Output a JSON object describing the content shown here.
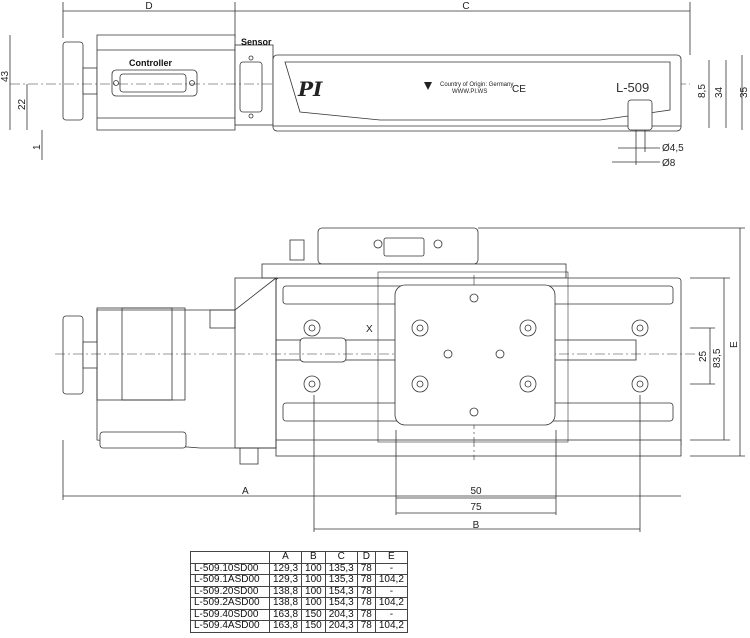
{
  "top_view": {
    "dim_D": "D",
    "dim_C": "C",
    "dim_43": "43",
    "dim_22": "22",
    "dim_1": "1",
    "dim_8_5": "8,5",
    "dim_34": "34",
    "dim_35": "35",
    "dim_d4_5": "Ø4,5",
    "dim_d8": "Ø8",
    "label_controller": "Controller",
    "label_sensor": "Sensor",
    "logo": "PI",
    "origin_text_1": "Country of Origin: Germany",
    "origin_text_2": "WWW.PI.WS",
    "ce_mark": "CE",
    "model": "L-509"
  },
  "front_view": {
    "dim_A": "A",
    "dim_B": "B",
    "dim_E": "E",
    "dim_50": "50",
    "dim_75": "75",
    "dim_25": "25",
    "dim_83_5": "83,5",
    "axis_x": "X"
  },
  "table": {
    "headers": [
      "",
      "A",
      "B",
      "C",
      "D",
      "E"
    ],
    "rows": [
      [
        "L-509.10SD00",
        "129,3",
        "100",
        "135,3",
        "78",
        "-"
      ],
      [
        "L-509.1ASD00",
        "129,3",
        "100",
        "135,3",
        "78",
        "104,2"
      ],
      [
        "L-509.20SD00",
        "138,8",
        "100",
        "154,3",
        "78",
        "-"
      ],
      [
        "L-509.2ASD00",
        "138,8",
        "100",
        "154,3",
        "78",
        "104,2"
      ],
      [
        "L-509.40SD00",
        "163,8",
        "150",
        "204,3",
        "78",
        "-"
      ],
      [
        "L-509.4ASD00",
        "163,8",
        "150",
        "204,3",
        "78",
        "104,2"
      ]
    ]
  }
}
